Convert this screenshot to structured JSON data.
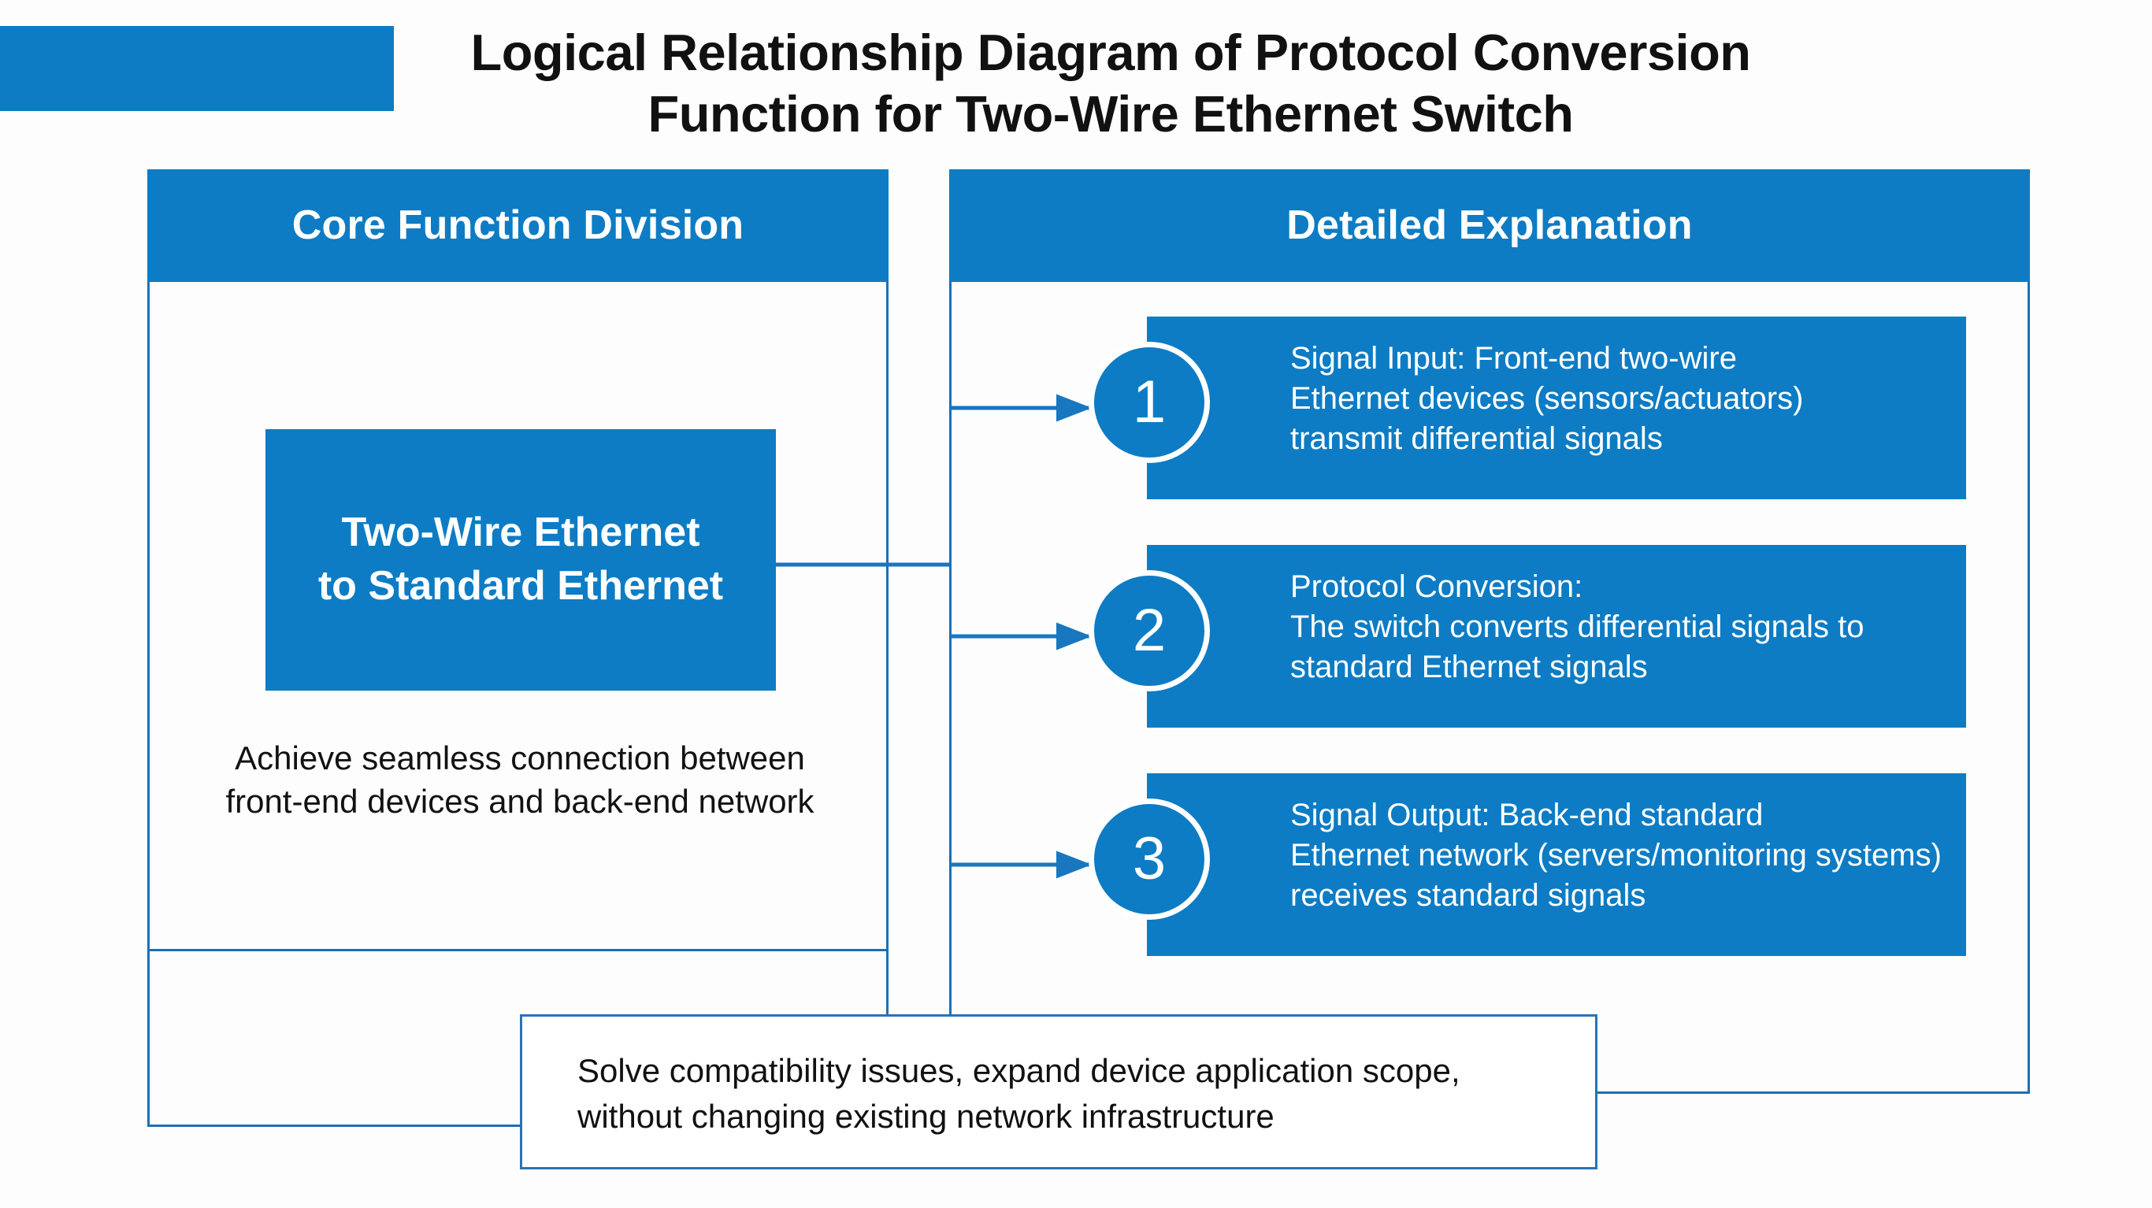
{
  "title": {
    "line1": "Logical Relationship Diagram of Protocol Conversion",
    "line2": "Function for Two-Wire Ethernet Switch"
  },
  "panels": {
    "left": {
      "header": "Core Function Division",
      "card_line1": "Two-Wire Ethernet",
      "card_line2": "to Standard Ethernet",
      "caption_line1": "Achieve seamless connection between",
      "caption_line2": "front-end devices and back-end network"
    },
    "right": {
      "header": "Detailed Explanation"
    }
  },
  "steps": [
    {
      "number": "1",
      "lines": [
        "Signal Input: Front-end two-wire",
        "Ethernet devices (sensors/actuators)",
        "transmit differential signals"
      ]
    },
    {
      "number": "2",
      "lines": [
        "Protocol Conversion:",
        "The switch converts differential signals to",
        "standard Ethernet signals"
      ]
    },
    {
      "number": "3",
      "lines": [
        "Signal Output: Back-end standard",
        "Ethernet network (servers/monitoring systems)",
        "receives standard signals"
      ]
    }
  ],
  "callout": {
    "line1": "Solve compatibility issues, expand device application scope,",
    "line2": "without changing existing network infrastructure"
  },
  "colors": {
    "brand_blue": "#0d7cc4",
    "outline_blue": "#1f6fb2",
    "connector_blue": "#1877bf",
    "text_dark": "#111111",
    "text_light": "#ffffff",
    "background": "#fdfdfd"
  }
}
